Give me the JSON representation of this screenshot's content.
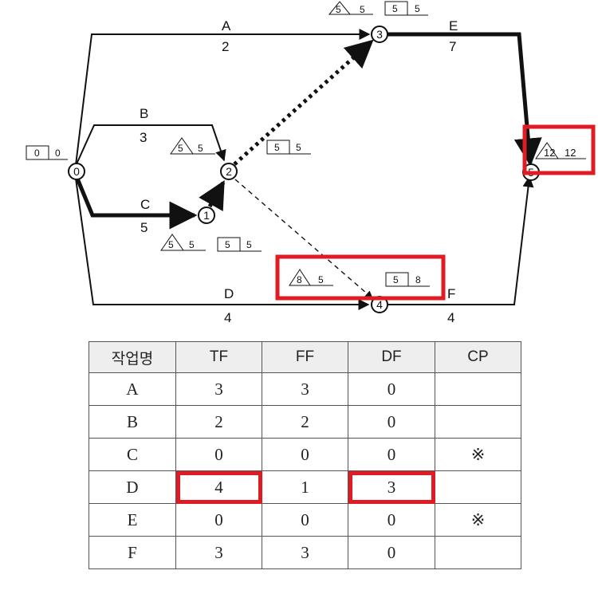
{
  "activities": [
    {
      "name": "A",
      "duration": "2"
    },
    {
      "name": "B",
      "duration": "3"
    },
    {
      "name": "C",
      "duration": "5"
    },
    {
      "name": "D",
      "duration": "4"
    },
    {
      "name": "E",
      "duration": "7"
    },
    {
      "name": "F",
      "duration": "4"
    }
  ],
  "nodes": [
    {
      "id": "0",
      "tri": [
        "",
        ""
      ],
      "box": [
        "0",
        "0"
      ]
    },
    {
      "id": "1",
      "tri": [
        "5",
        "5"
      ],
      "box": [
        "5",
        "5"
      ]
    },
    {
      "id": "2",
      "tri": [
        "5",
        "5"
      ],
      "box": [
        "5",
        "5"
      ]
    },
    {
      "id": "3",
      "tri": [
        "5",
        "5"
      ],
      "box": [
        "5",
        "5"
      ]
    },
    {
      "id": "4",
      "tri": [
        "8",
        "5"
      ],
      "box": [
        "5",
        "8"
      ]
    },
    {
      "id": "5",
      "tri": [
        "12",
        "12"
      ],
      "box": [
        "",
        ""
      ]
    }
  ],
  "highlight_color": "#e01b24",
  "table": {
    "headers": [
      "작업명",
      "TF",
      "FF",
      "DF",
      "CP"
    ],
    "rows": [
      [
        "A",
        "3",
        "3",
        "0",
        ""
      ],
      [
        "B",
        "2",
        "2",
        "0",
        ""
      ],
      [
        "C",
        "0",
        "0",
        "0",
        "※"
      ],
      [
        "D",
        "4",
        "1",
        "3",
        ""
      ],
      [
        "E",
        "0",
        "0",
        "0",
        "※"
      ],
      [
        "F",
        "3",
        "3",
        "0",
        ""
      ]
    ],
    "highlighted_cells": [
      [
        3,
        1
      ],
      [
        3,
        3
      ]
    ]
  }
}
